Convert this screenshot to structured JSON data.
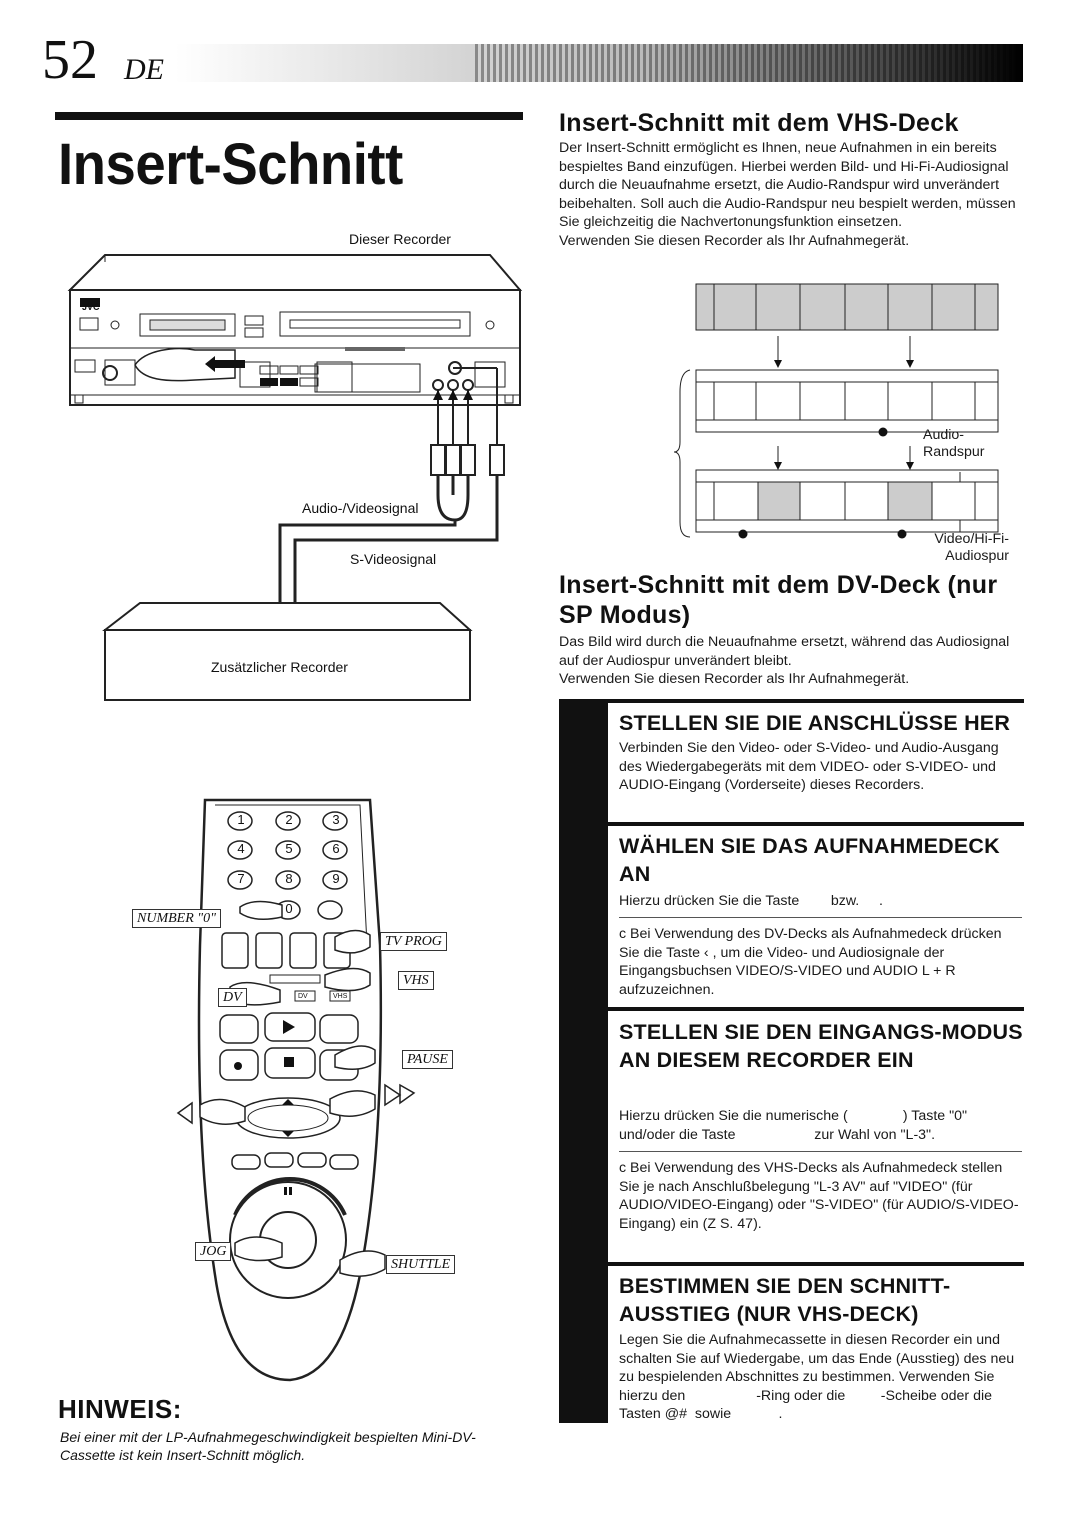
{
  "header": {
    "page_number": "52",
    "language_code": "DE"
  },
  "title": "Insert-Schnitt",
  "diagram": {
    "this_recorder_label": "Dieser Recorder",
    "brand": "JVC",
    "av_signal_label": "Audio-/Videosignal",
    "svideo_label": "S-Videosignal",
    "other_recorder_label": "Zusätzlicher Recorder"
  },
  "vhs_section": {
    "title": "Insert-Schnitt mit dem VHS-Deck",
    "paragraph": "Der Insert-Schnitt ermöglicht es Ihnen, neue Aufnahmen in ein bereits bespieltes Band einzufügen. Hierbei werden Bild- und Hi-Fi-Audiosignal durch die Neuaufnahme ersetzt, die Audio-Randspur wird unverändert beibehalten. Soll auch die Audio-Randspur neu bespielt werden, müssen Sie gleichzeitig die Nachvertonungsfunktion einsetzen.",
    "paragraph2": "Verwenden Sie diesen Recorder als Ihr Aufnahmegerät.",
    "track_label_audio_1": "Audio-",
    "track_label_audio_2": "Randspur",
    "track_label_video_1": "Video/Hi-Fi-",
    "track_label_video_2": "Audiospur"
  },
  "dv_section": {
    "title": "Insert-Schnitt mit dem DV-Deck (nur SP Modus)",
    "paragraph": "Das Bild wird durch die Neuaufnahme ersetzt, während das Audiosignal auf der Audiospur unverändert bleibt.",
    "paragraph2": "Verwenden Sie diesen Recorder als Ihr Aufnahmegerät."
  },
  "steps": [
    {
      "title": "STELLEN SIE DIE ANSCHLÜSSE HER",
      "text": "Verbinden Sie den Video- oder S-Video- und Audio-Ausgang des Wiedergabegeräts mit dem VIDEO- oder S-VIDEO- und AUDIO-Eingang (Vorderseite) dieses Recorders."
    },
    {
      "title": "WÄHLEN SIE DAS AUFNAHMEDECK AN",
      "text": "Hierzu drücken Sie die Taste        bzw.     .",
      "note": "c  Bei Verwendung des DV-Decks als Aufnahmedeck drücken Sie die Taste ‹   , um die Video- und Audiosignale der Eingangsbuchsen VIDEO/S-VIDEO und AUDIO L + R aufzuzeichnen."
    },
    {
      "title": "STELLEN SIE DEN EINGANGS-MODUS AN DIESEM RECORDER EIN",
      "text": "Hierzu drücken Sie die numerische (              ) Taste \"0\" und/oder die Taste                    zur Wahl von \"L-3\".",
      "note": "c  Bei Verwendung des VHS-Decks als Aufnahmedeck stellen Sie je nach Anschlußbelegung \"L-3 AV\" auf \"VIDEO\" (für AUDIO/VIDEO-Eingang) oder \"S-VIDEO\" (für AUDIO/S-VIDEO-Eingang) ein (Z   S. 47)."
    },
    {
      "title": "BESTIMMEN SIE DEN SCHNITT-AUSSTIEG (NUR VHS-DECK)",
      "text": "Legen Sie die Aufnahmecassette in diesen Recorder ein und schalten Sie auf Wiedergabe, um das Ende (Ausstieg) des neu zu bespielenden Abschnittes zu bestimmen. Verwenden Sie hierzu den                  -Ring oder die         -Scheibe oder die Tasten @#  sowie            ."
    }
  ],
  "remote": {
    "number_tag": "NUMBER \"0\"",
    "tvprog_tag": "TV PROG",
    "vhs_tag": "VHS",
    "dv_tag": "DV",
    "pause_tag": "PAUSE",
    "jog_tag": "JOG",
    "shuttle_tag": "SHUTTLE",
    "keys": [
      "1",
      "2",
      "3",
      "4",
      "5",
      "6",
      "7",
      "8",
      "9",
      "0"
    ],
    "small_dv": "DV",
    "small_vhs": "VHS"
  },
  "note": {
    "title": "HINWEIS:",
    "text": "Bei einer mit der LP-Aufnahmegeschwindigkeit bespielten Mini-DV-Cassette ist kein Insert-Schnitt möglich."
  }
}
